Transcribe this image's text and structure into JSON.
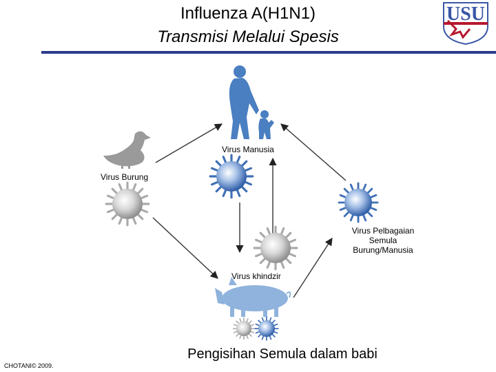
{
  "title": "Influenza A(H1N1)",
  "subtitle": "Transmisi Melalui Spesis",
  "logo_text": "USU",
  "labels": {
    "human_virus": "Virus Manusia",
    "bird_virus": "Virus Burung",
    "reassortant_virus": [
      "Virus Pelbagaian",
      "Semula",
      "Burung/Manusia"
    ],
    "pig_virus": "Virus khindzir"
  },
  "caption": "Pengisihan Semula dalam babi",
  "copyright": "CHOTANI© 2009.",
  "colors": {
    "rule": "#2b3b8c",
    "logo_blue": "#3a57a7",
    "logo_red": "#b5182f",
    "silhouette_blue": "#4a7fc1",
    "silhouette_grey": "#9a9a9a",
    "pig_blue": "#8fb3dc",
    "virus_blue": "#3f6fb5",
    "virus_grey": "#a9a9a9"
  },
  "icons": [
    "person-with-child-silhouette",
    "duck-silhouette",
    "pig-silhouette",
    "virus-particle"
  ]
}
